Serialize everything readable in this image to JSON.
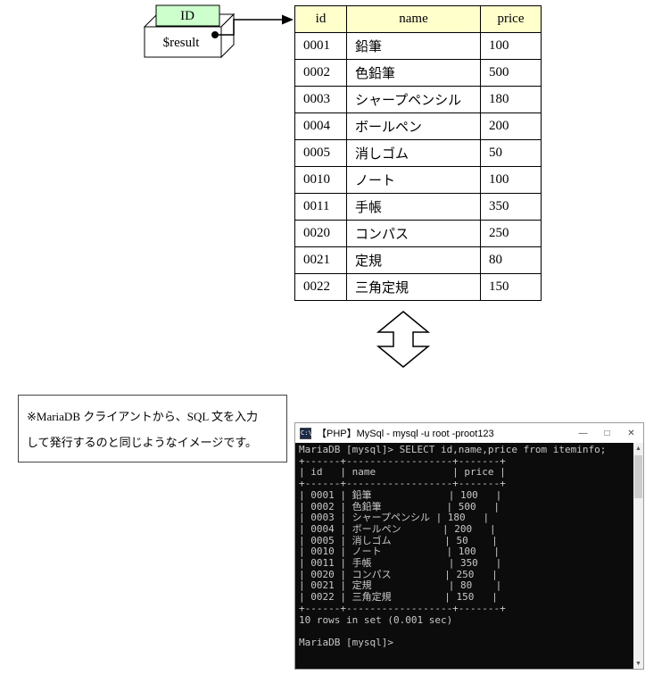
{
  "diagram": {
    "id_label": "ID",
    "result_label": "$result",
    "id_box_color": "#ccffcc"
  },
  "table": {
    "header_bg": "#ffffcc",
    "headers": [
      "id",
      "name",
      "price"
    ],
    "rows": [
      [
        "0001",
        "鉛筆",
        "100"
      ],
      [
        "0002",
        "色鉛筆",
        "500"
      ],
      [
        "0003",
        "シャープペンシル",
        "180"
      ],
      [
        "0004",
        "ボールペン",
        "200"
      ],
      [
        "0005",
        "消しゴム",
        "50"
      ],
      [
        "0010",
        "ノート",
        "100"
      ],
      [
        "0011",
        "手帳",
        "350"
      ],
      [
        "0020",
        "コンパス",
        "250"
      ],
      [
        "0021",
        "定規",
        "80"
      ],
      [
        "0022",
        "三角定規",
        "150"
      ]
    ]
  },
  "note": {
    "line1": "※MariaDB クライアントから、SQL 文を入力",
    "line2": "して発行するのと同じようなイメージです。"
  },
  "terminal": {
    "title": "【PHP】MySql - mysql -u root -proot123",
    "icon_glyph": "C:\\",
    "minimize_label": "—",
    "maximize_label": "□",
    "close_label": "✕",
    "scroll_up_glyph": "▲",
    "scroll_down_glyph": "▼",
    "lines": [
      "MariaDB [mysql]> SELECT id,name,price from iteminfo;",
      "+------+------------------+-------+",
      "| id   | name             | price |",
      "+------+------------------+-------+",
      "| 0001 | 鉛筆             | 100   |",
      "| 0002 | 色鉛筆           | 500   |",
      "| 0003 | シャープペンシル | 180   |",
      "| 0004 | ボールペン       | 200   |",
      "| 0005 | 消しゴム         | 50    |",
      "| 0010 | ノート           | 100   |",
      "| 0011 | 手帳             | 350   |",
      "| 0020 | コンパス         | 250   |",
      "| 0021 | 定規             | 80    |",
      "| 0022 | 三角定規         | 150   |",
      "+------+------------------+-------+",
      "10 rows in set (0.001 sec)",
      "",
      "MariaDB [mysql]>"
    ]
  }
}
